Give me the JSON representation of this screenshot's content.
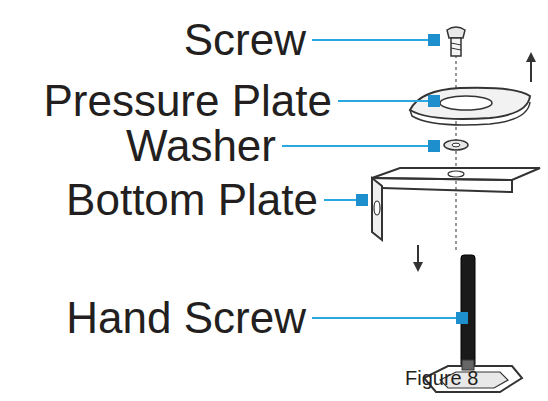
{
  "diagram": {
    "caption": "Figure 8",
    "labels": [
      "Screw",
      "Pressure Plate",
      "Washer",
      "Bottom Plate",
      "Hand Screw"
    ]
  }
}
